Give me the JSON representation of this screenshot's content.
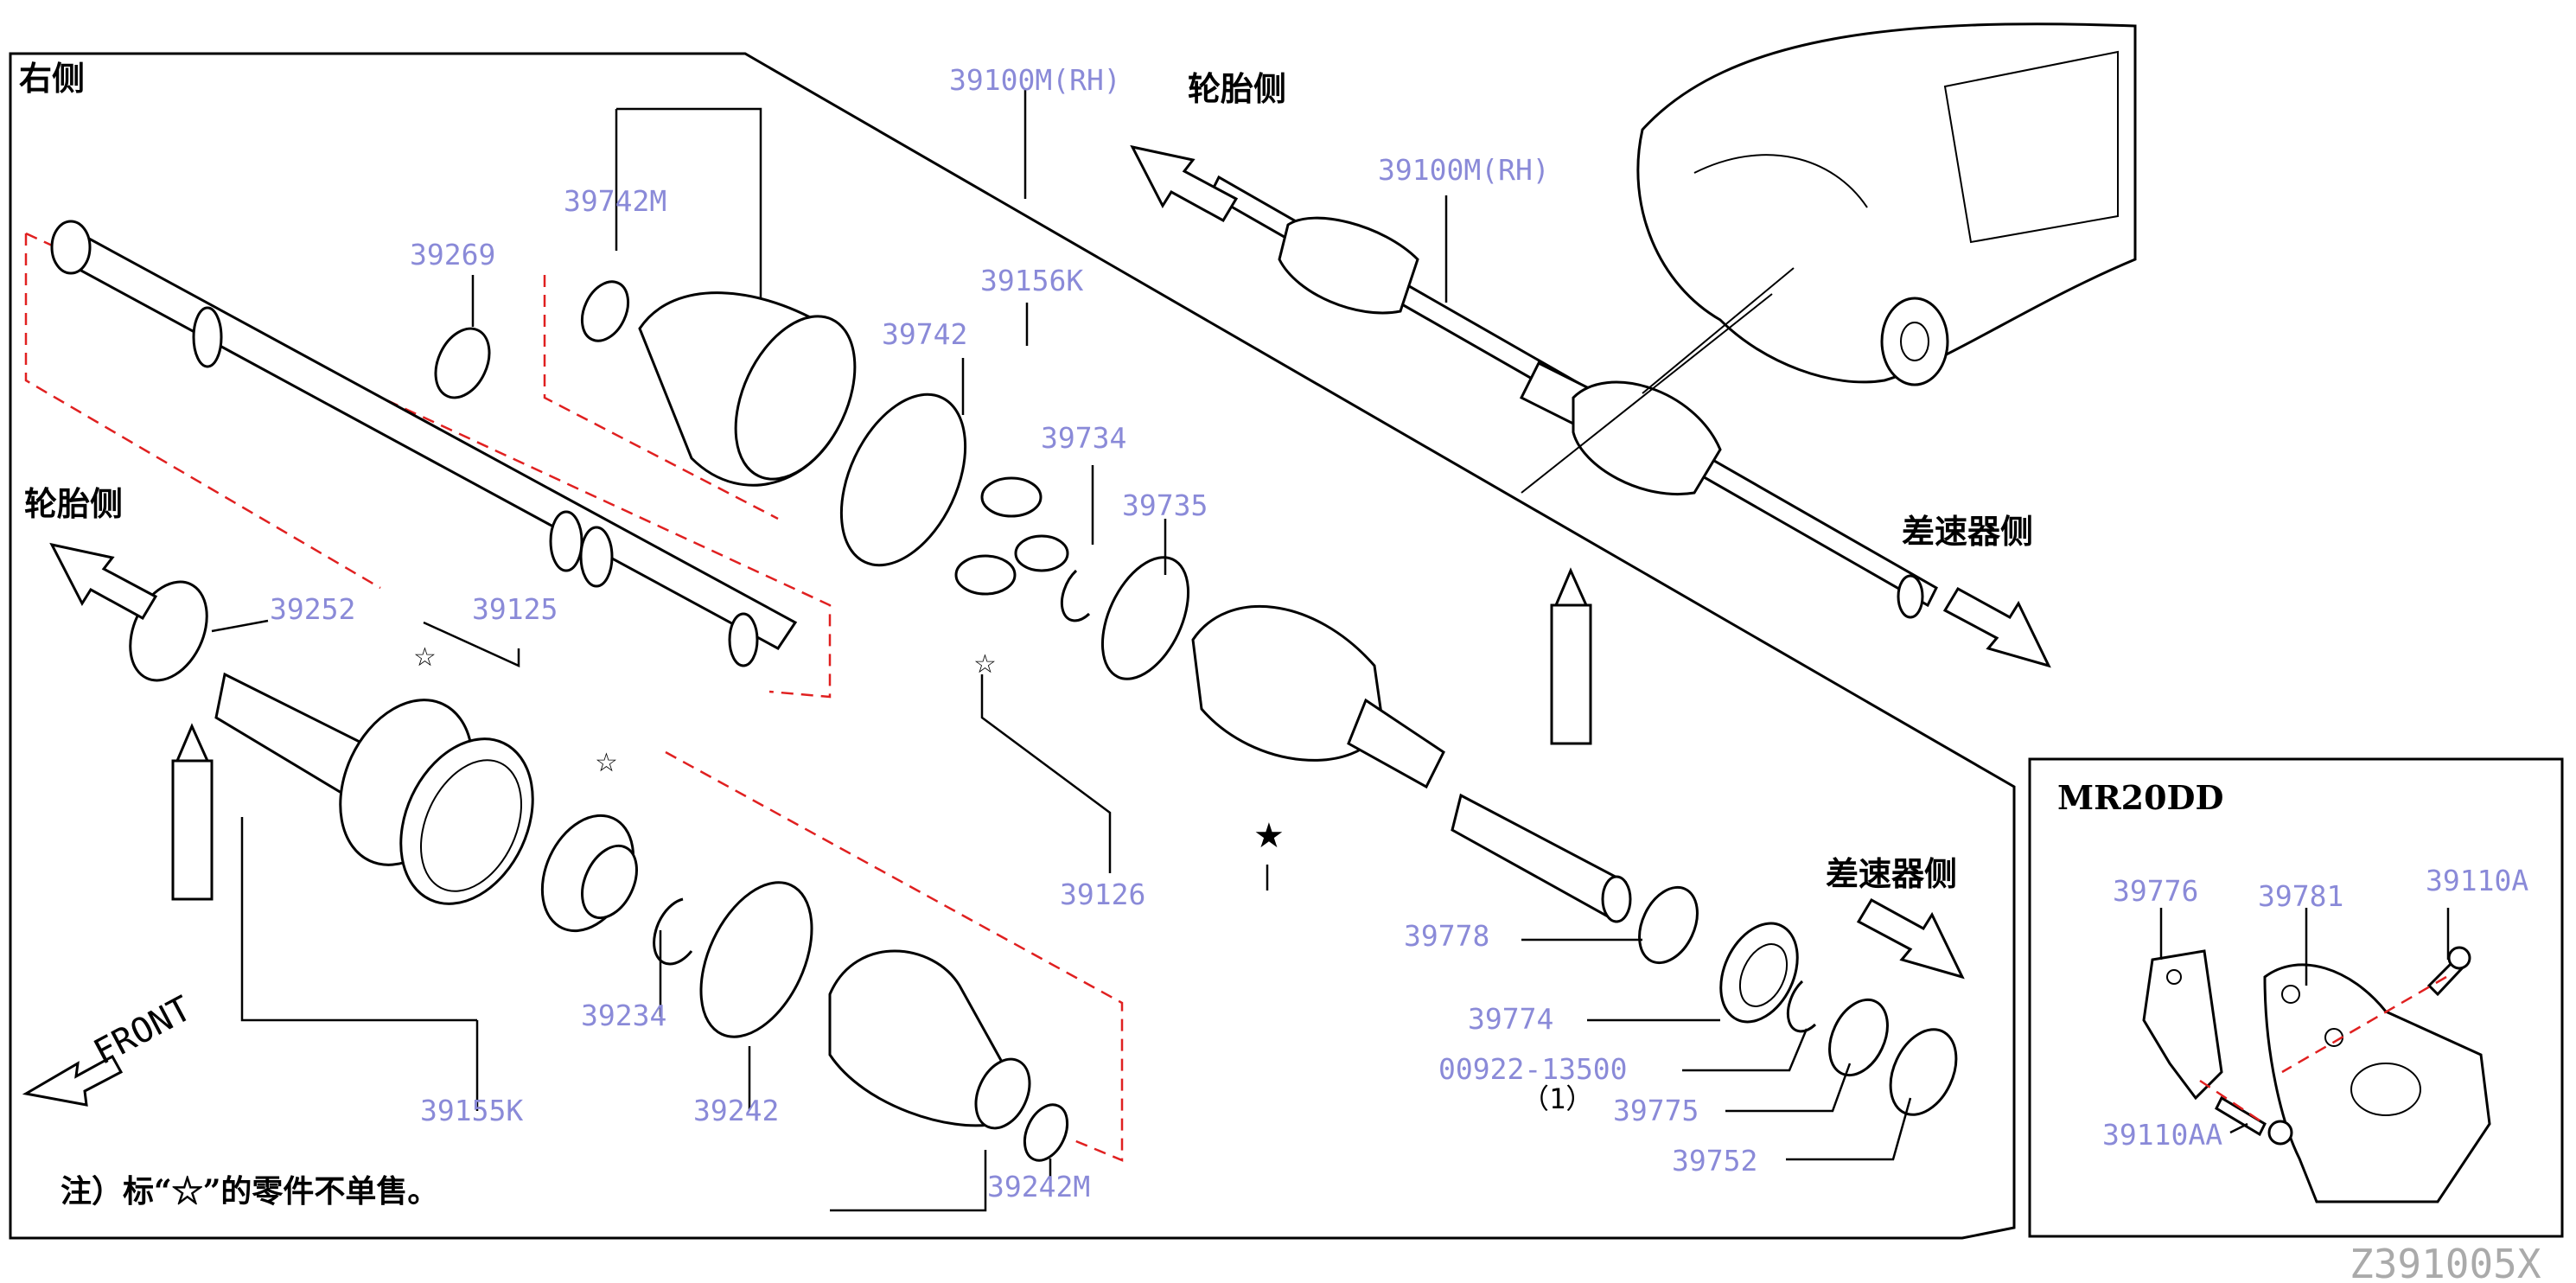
{
  "headings": {
    "right_side": "右侧",
    "tire_side_top": "轮胎侧",
    "tire_side_left": "轮胎侧",
    "diff_side_top": "差速器侧",
    "diff_side_mid": "差速器侧",
    "engine": "MR20DD"
  },
  "front_label": "FRONT",
  "note": "注）标“☆”的零件不单售。",
  "diagram_code": "Z391005X",
  "qty_note": "（1）",
  "part_labels": {
    "p39100m_top": "39100M(RH)",
    "p39100m_mid": "39100M(RH)",
    "p39742m": "39742M",
    "p39269": "39269",
    "p39156k": "39156K",
    "p39742": "39742",
    "p39734": "39734",
    "p39735": "39735",
    "p39252": "39252",
    "p39125": "39125",
    "p39126": "39126",
    "p39778": "39778",
    "p39774": "39774",
    "p00922": "00922-13500",
    "p39775": "39775",
    "p39752": "39752",
    "p39234": "39234",
    "p39155k": "39155K",
    "p39242": "39242",
    "p39242m": "39242M",
    "p39776": "39776",
    "p39781": "39781",
    "p39110a": "39110A",
    "p39110aa": "39110AA"
  },
  "colors": {
    "part_label": "#8a8ad8",
    "kit_outline": "#e02020",
    "line": "#000000",
    "code": "#aaaaaa"
  },
  "icons": [
    "direction-arrow-icon",
    "star-marker-icon",
    "star-outline-marker-icon",
    "vehicle-icon"
  ]
}
